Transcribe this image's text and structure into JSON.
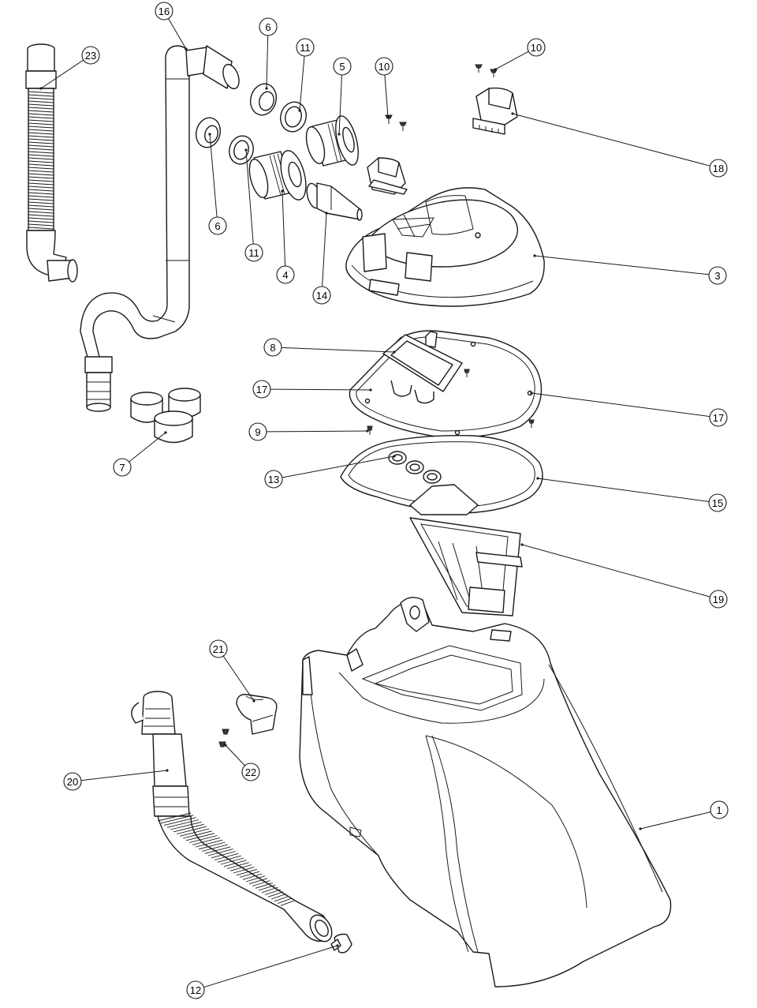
{
  "callouts": [
    {
      "label": "1"
    },
    {
      "label": "3"
    },
    {
      "label": "4"
    },
    {
      "label": "5"
    },
    {
      "label": "6"
    },
    {
      "label": "6"
    },
    {
      "label": "7"
    },
    {
      "label": "8"
    },
    {
      "label": "9"
    },
    {
      "label": "10"
    },
    {
      "label": "10"
    },
    {
      "label": "11"
    },
    {
      "label": "11"
    },
    {
      "label": "12"
    },
    {
      "label": "13"
    },
    {
      "label": "14"
    },
    {
      "label": "15"
    },
    {
      "label": "16"
    },
    {
      "label": "17"
    },
    {
      "label": "17"
    },
    {
      "label": "18"
    },
    {
      "label": "19"
    },
    {
      "label": "20"
    },
    {
      "label": "21"
    },
    {
      "label": "22"
    },
    {
      "label": "23"
    }
  ]
}
